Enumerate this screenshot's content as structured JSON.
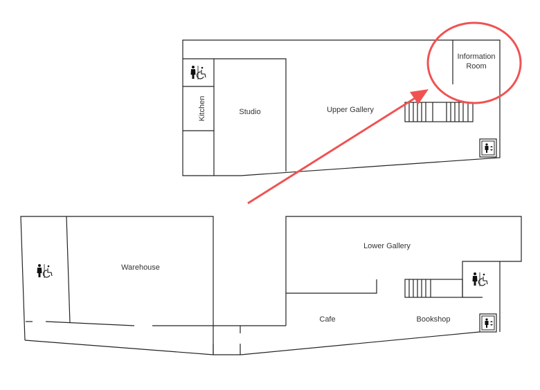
{
  "upper_floor": {
    "rooms": {
      "studio": "Studio",
      "kitchen": "Kitchen",
      "upper_gallery": "Upper Gallery",
      "information_room_line1": "Information",
      "information_room_line2": "Room"
    }
  },
  "lower_floor": {
    "rooms": {
      "warehouse": "Warehouse",
      "lower_gallery": "Lower Gallery",
      "cafe": "Cafe",
      "bookshop": "Bookshop"
    }
  },
  "annotation": {
    "color": "#f05252",
    "highlighted": "Information Room"
  }
}
